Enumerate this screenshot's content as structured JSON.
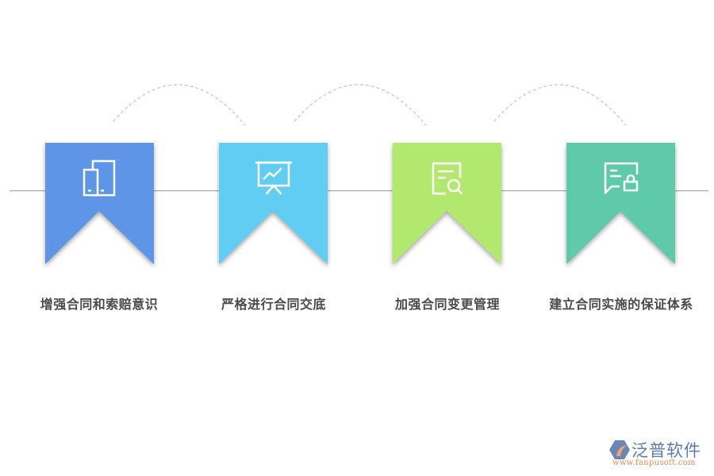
{
  "diagram": {
    "type": "process-steps",
    "colors": {
      "step1": "#5f95e6",
      "step2": "#62cdf2",
      "step3": "#b3e86e",
      "step4": "#5ecaa9",
      "label": "#4a4a4a",
      "line": "#9a9a9a",
      "arc": "#c4c4c4"
    },
    "steps": [
      {
        "label": "增强合同和索赔意识",
        "icon": "devices-icon"
      },
      {
        "label": "严格进行合同交底",
        "icon": "presentation-chart-icon"
      },
      {
        "label": "加强合同变更管理",
        "icon": "document-search-icon"
      },
      {
        "label": "建立合同实施的保证体系",
        "icon": "message-lock-icon"
      }
    ]
  },
  "logo": {
    "name": "泛普软件",
    "url": "www.fanpusoft.com"
  }
}
